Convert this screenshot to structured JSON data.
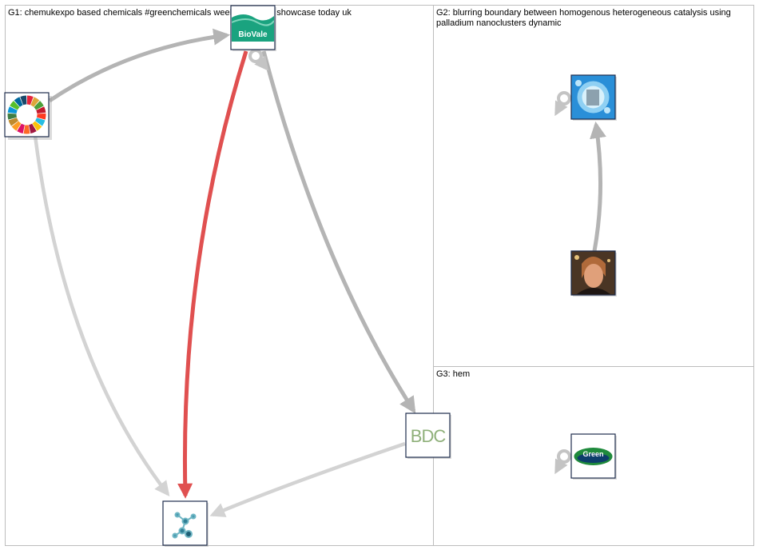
{
  "groups": [
    {
      "id": "G1",
      "label": "G1: chemukexpo based chemicals #greenchemicals week find catch showcase today uk"
    },
    {
      "id": "G2",
      "label": "G2: blurring boundary between homogenous heterogeneous catalysis using palladium nanoclusters dynamic"
    },
    {
      "id": "G3",
      "label": "G3: hem"
    }
  ],
  "nodes": [
    {
      "id": "sdg-wheel",
      "group": "G1",
      "icon": "sdg-color-wheel"
    },
    {
      "id": "biovale",
      "group": "G1",
      "icon": "biovale-logo",
      "logo_text": "BioVale"
    },
    {
      "id": "bdc",
      "group": "G1",
      "icon": "bdc-logo",
      "logo_text": "BDC"
    },
    {
      "id": "molecule",
      "group": "G1",
      "icon": "molecule-model"
    },
    {
      "id": "catalysis-avatar",
      "group": "G2",
      "icon": "blue-sphere-image"
    },
    {
      "id": "person-avatar",
      "group": "G2",
      "icon": "person-photo"
    },
    {
      "id": "green-chem-avatar",
      "group": "G3",
      "icon": "green-oval-logo",
      "logo_text": "Green"
    }
  ],
  "edges": [
    {
      "from": "sdg-wheel",
      "to": "biovale",
      "color": "#b4b4b4",
      "weight": "medium"
    },
    {
      "from": "sdg-wheel",
      "to": "molecule",
      "color": "#d3d3d3",
      "weight": "light"
    },
    {
      "from": "biovale",
      "to": "molecule",
      "color": "#e05050",
      "weight": "heavy"
    },
    {
      "from": "biovale",
      "to": "bdc",
      "color": "#b4b4b4",
      "weight": "medium"
    },
    {
      "from": "bdc",
      "to": "molecule",
      "color": "#d3d3d3",
      "weight": "light"
    },
    {
      "from": "biovale",
      "to": "biovale",
      "color": "#c4c4c4",
      "weight": "self-loop"
    },
    {
      "from": "person-avatar",
      "to": "catalysis-avatar",
      "color": "#b4b4b4",
      "weight": "medium"
    },
    {
      "from": "catalysis-avatar",
      "to": "catalysis-avatar",
      "color": "#c4c4c4",
      "weight": "self-loop"
    },
    {
      "from": "green-chem-avatar",
      "to": "green-chem-avatar",
      "color": "#c4c4c4",
      "weight": "self-loop"
    }
  ]
}
